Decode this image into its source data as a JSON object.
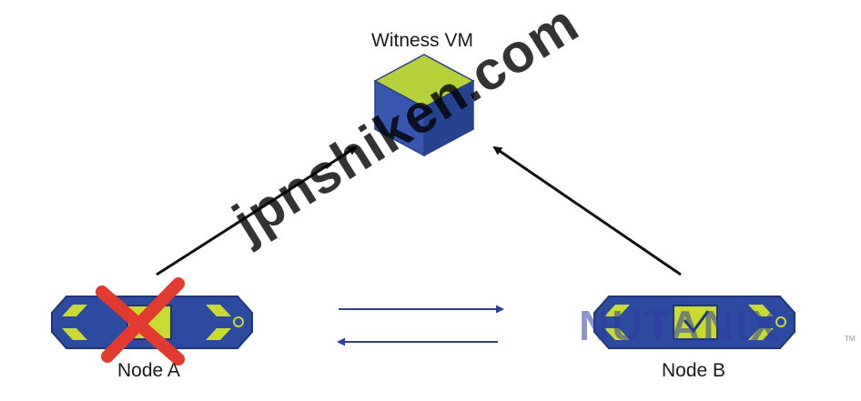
{
  "witness": {
    "label": "Witness VM"
  },
  "node_a": {
    "label": "Node A",
    "status": "failed"
  },
  "node_b": {
    "label": "Node B"
  },
  "logo": {
    "text": "NUTANIX",
    "tm": "TM"
  },
  "watermark": {
    "text": "jpnshiken.com"
  },
  "colors": {
    "cube_top": "#b7d13a",
    "cube_left": "#3656b0",
    "cube_right": "#26438f",
    "node_body": "#2b4aa0",
    "node_accent": "#c8db2e",
    "fail_x": "#e23a2e",
    "arrow": "#111111",
    "sync_arrow": "#2e3f9c"
  }
}
